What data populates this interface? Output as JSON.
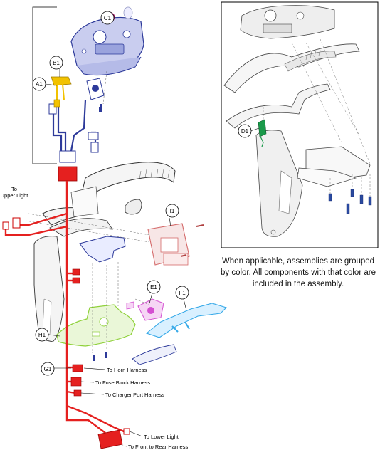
{
  "callouts": {
    "a1": "A1",
    "b1": "B1",
    "c1": "C1",
    "d1": "D1",
    "e1": "E1",
    "f1": "F1",
    "g1": "G1",
    "h1": "H1",
    "i1": "I1"
  },
  "labels": {
    "upper_light": [
      "To",
      "Upper Light"
    ],
    "horn": "To Horn Harness",
    "fuse_block": "To Fuse Block Harness",
    "charger_port": "To Charger Port Harness",
    "lower_light": "To Lower Light",
    "front_rear": "To Front to Rear Harness"
  },
  "note": "When applicable, assemblies are grouped by color. All components with that color are included in the assembly.",
  "colors": {
    "a1_console": "#2d3a9a",
    "b1_switch": "#f2c200",
    "c1_key": "#e6399b",
    "d1_clip": "#1a9a4a",
    "e1_bracket": "#d44fd1",
    "f1_lever": "#36a9e8",
    "g1_harness": "#e5201f",
    "h1_base": "#8fd13a",
    "i1_module": "#d46a6a"
  }
}
